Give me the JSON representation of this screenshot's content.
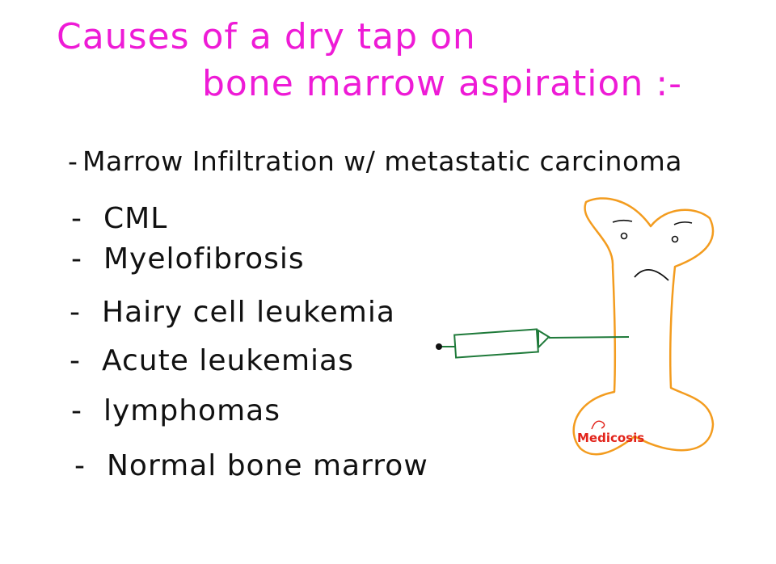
{
  "title": {
    "line1": "Causes of a dry tap on",
    "line2": "bone marrow aspiration :-"
  },
  "causes": [
    "Marrow Infiltration w/ metastatic carcinoma",
    "CML",
    "Myelofibrosis",
    "Hairy cell leukemia",
    "Acute leukemias",
    "lymphomas",
    "Normal bone marrow"
  ],
  "illustration": {
    "subject": "sad bone with syringe",
    "bone_color": "#f39c1f",
    "syringe_color": "#1f7a3a",
    "watermark": "Medicosis",
    "watermark_color": "#e2231a"
  },
  "colors": {
    "title": "#ee1bd6",
    "text": "#111111",
    "background": "#ffffff"
  }
}
